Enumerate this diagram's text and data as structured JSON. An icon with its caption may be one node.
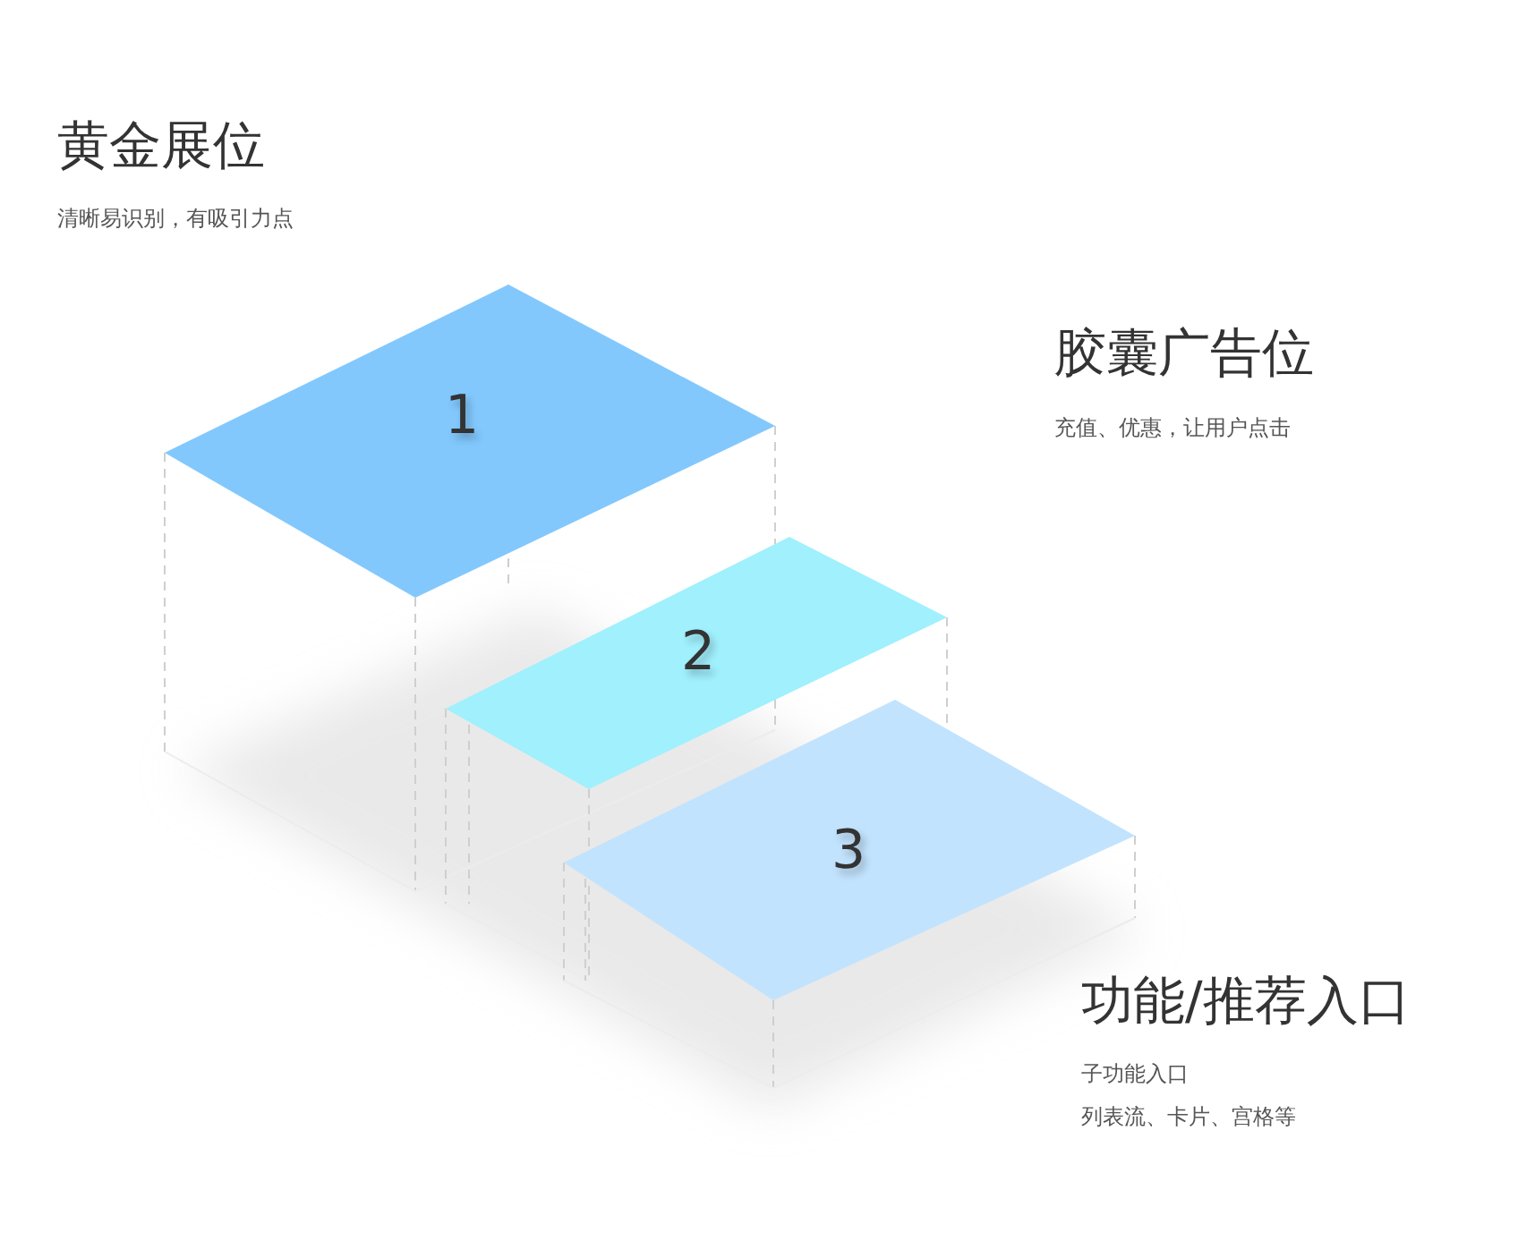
{
  "diagram": {
    "nodes": [
      {
        "text": [
          "1"
        ]
      },
      {
        "text": [
          "2"
        ]
      },
      {
        "text": [
          "3"
        ]
      }
    ],
    "labels": [
      "黄金展位",
      "清晰易识别，有吸引力点",
      "胶囊广告位",
      "充值、优惠，让用户点击",
      "功能/推荐入口",
      "子功能入口",
      "列表流、卡片、宫格等"
    ]
  }
}
